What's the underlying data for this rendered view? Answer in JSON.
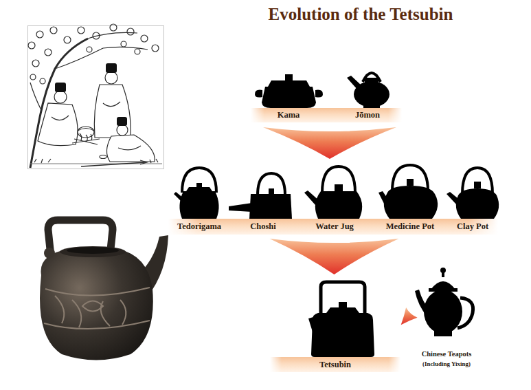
{
  "diagram": {
    "title": "Evolution of the Tetsubin",
    "nodes": [
      {
        "text": [
          "Kama",
          "Jōmon"
        ]
      },
      {
        "text": [
          "Tedorigama",
          "Choshi",
          "Water Jug",
          "Medicine Pot",
          "Clay Pot"
        ]
      },
      {
        "text": [
          "Tetsubin"
        ]
      },
      {
        "text": [
          "Chinese Teapots",
          "(Including Yixing)"
        ]
      }
    ],
    "edges": [
      {
        "from": 0,
        "to": 1,
        "arrow": "to"
      },
      {
        "from": 1,
        "to": 2,
        "arrow": "to"
      },
      {
        "from": 3,
        "to": 2,
        "arrow": "to"
      }
    ]
  }
}
